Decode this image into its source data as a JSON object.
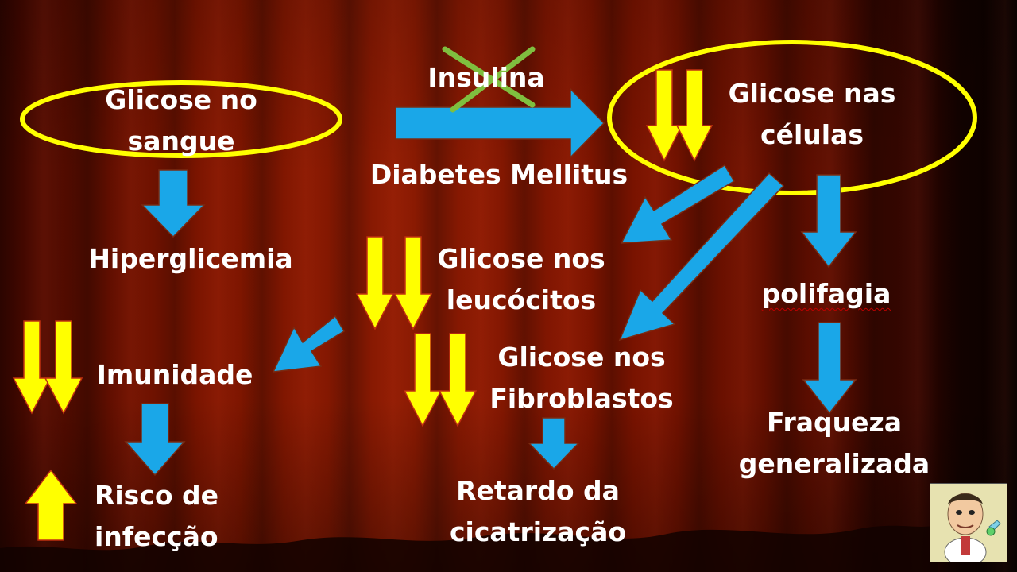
{
  "colors": {
    "arrow_blue": "#1aa7e8",
    "arrow_yellow": "#ffff00",
    "ellipse_yellow": "#ffff00",
    "cross_green": "#7fbf3f",
    "text": "#ffffff",
    "background": "#7a1400"
  },
  "nodes": {
    "glicose_sangue": "Glicose no\nsangue",
    "insulina": "Insulina",
    "diabetes": "Diabetes Mellitus",
    "glicose_celulas": "Glicose nas\ncélulas",
    "hiperglicemia": "Hiperglicemia",
    "glicose_leucocitos": "Glicose nos\nleucócitos",
    "polifagia": "polifagia",
    "imunidade": "Imunidade",
    "glicose_fibroblastos": "Glicose nos\nFibroblastos",
    "fraqueza": "Fraqueza\ngeneralizada",
    "risco": "Risco de\ninfecção",
    "retardo": "Retardo da\ncicatrização"
  },
  "icons": {
    "cross_mark": "green-x-cross-icon",
    "mascot": "doctor-cartoon-icon"
  }
}
